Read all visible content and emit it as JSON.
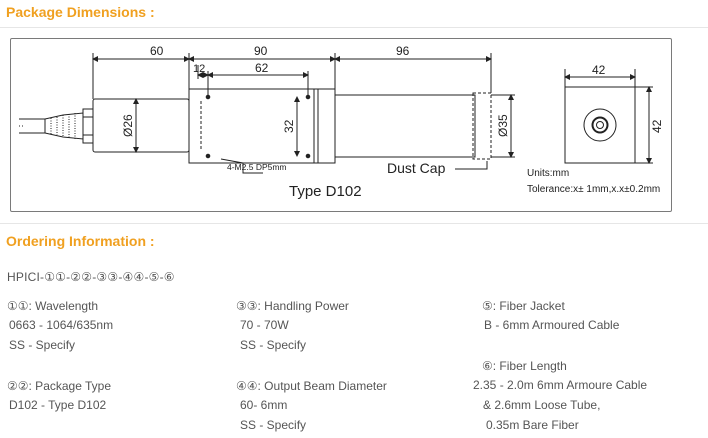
{
  "package": {
    "heading": "Package Dimensions :",
    "dims": {
      "left_len": "60",
      "mid_len": "90",
      "right_len": "96",
      "hole_offset": "12",
      "hole_span": "62",
      "dia_small": "Ø26",
      "height_32": "32",
      "dia_cap": "Ø35",
      "end_w": "42",
      "end_h": "42"
    },
    "labels": {
      "screw": "4-M2.5 DP5mm",
      "dust_cap": "Dust Cap",
      "type": "Type D102",
      "units": "Units:mm",
      "tolerance": "Tolerance:x± 1mm,x.x±0.2mm"
    }
  },
  "ordering": {
    "heading": "Ordering Information :",
    "code": "HPICI-①①-②②-③③-④④-⑤-⑥",
    "col1": [
      "①①: Wavelength",
      "0663 - 1064/635nm",
      "SS - Specify",
      "②②: Package Type",
      "D102 - Type D102"
    ],
    "col2": [
      "③③: Handling Power",
      "70 - 70W",
      "SS - Specify",
      "④④: Output Beam Diameter",
      "60- 6mm",
      "SS - Specify"
    ],
    "col3": [
      "⑤: Fiber Jacket",
      "B - 6mm Armoured Cable",
      "⑥: Fiber Length",
      "2.35 - 2.0m 6mm  Armoure Cable",
      "& 2.6mm Loose Tube,",
      "0.35m Bare Fiber"
    ]
  },
  "colors": {
    "heading": "#f0a020",
    "text": "#555555",
    "line": "#222222"
  }
}
